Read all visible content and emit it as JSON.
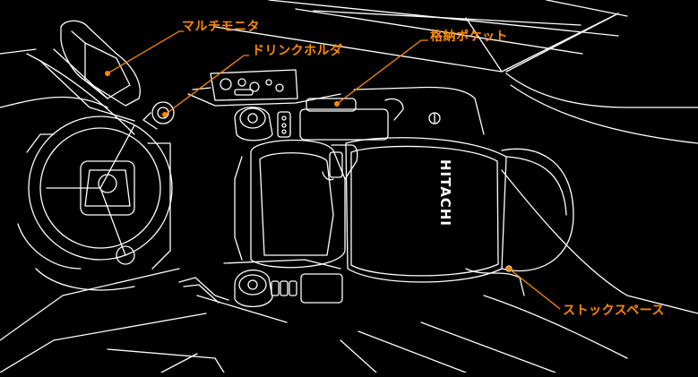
{
  "colors": {
    "background": "#000000",
    "line": "#ffffff",
    "accent": "#ff8a00"
  },
  "labels": {
    "multi_monitor": "マルチモニタ",
    "drink_holder": "ドリンクホルダ",
    "storage_pocket": "格納ポケット",
    "stock_space": "ストックスペース"
  },
  "seat_brand": "HITACHI"
}
